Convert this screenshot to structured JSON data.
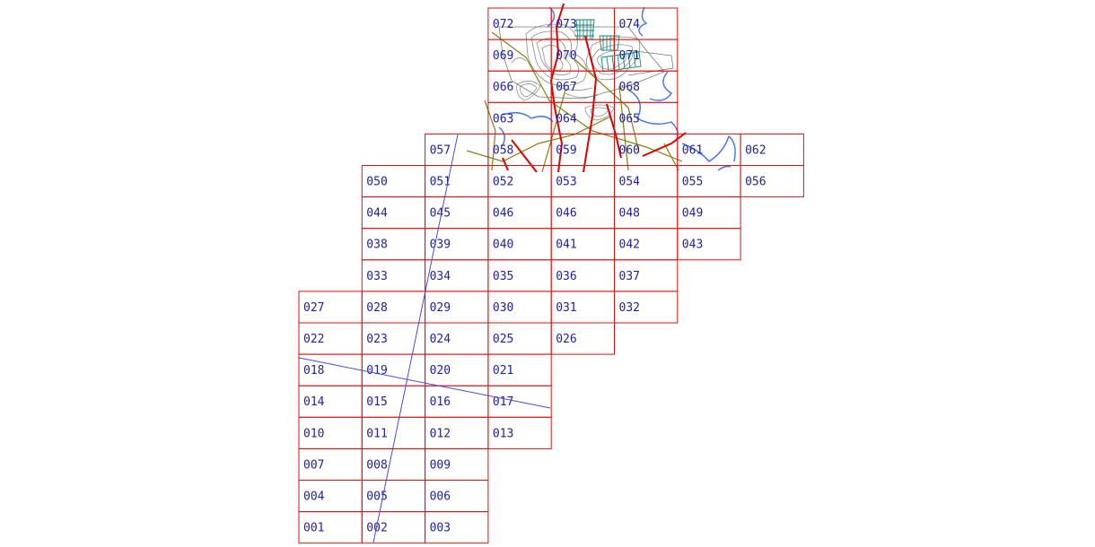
{
  "sheets": [
    {
      "label": "072",
      "col": 3,
      "row": 0
    },
    {
      "label": "073",
      "col": 4,
      "row": 0
    },
    {
      "label": "074",
      "col": 5,
      "row": 0
    },
    {
      "label": "069",
      "col": 3,
      "row": 1
    },
    {
      "label": "070",
      "col": 4,
      "row": 1
    },
    {
      "label": "071",
      "col": 5,
      "row": 1
    },
    {
      "label": "066",
      "col": 3,
      "row": 2
    },
    {
      "label": "067",
      "col": 4,
      "row": 2
    },
    {
      "label": "068",
      "col": 5,
      "row": 2
    },
    {
      "label": "063",
      "col": 3,
      "row": 3
    },
    {
      "label": "064",
      "col": 4,
      "row": 3
    },
    {
      "label": "065",
      "col": 5,
      "row": 3
    },
    {
      "label": "057",
      "col": 2,
      "row": 4
    },
    {
      "label": "058",
      "col": 3,
      "row": 4
    },
    {
      "label": "059",
      "col": 4,
      "row": 4
    },
    {
      "label": "060",
      "col": 5,
      "row": 4
    },
    {
      "label": "061",
      "col": 6,
      "row": 4
    },
    {
      "label": "062",
      "col": 7,
      "row": 4
    },
    {
      "label": "050",
      "col": 1,
      "row": 5
    },
    {
      "label": "051",
      "col": 2,
      "row": 5
    },
    {
      "label": "052",
      "col": 3,
      "row": 5
    },
    {
      "label": "053",
      "col": 4,
      "row": 5
    },
    {
      "label": "054",
      "col": 5,
      "row": 5
    },
    {
      "label": "055",
      "col": 6,
      "row": 5
    },
    {
      "label": "056",
      "col": 7,
      "row": 5
    },
    {
      "label": "044",
      "col": 1,
      "row": 6
    },
    {
      "label": "045",
      "col": 2,
      "row": 6
    },
    {
      "label": "046",
      "col": 3,
      "row": 6
    },
    {
      "label": "046",
      "col": 4,
      "row": 6
    },
    {
      "label": "048",
      "col": 5,
      "row": 6
    },
    {
      "label": "049",
      "col": 6,
      "row": 6
    },
    {
      "label": "038",
      "col": 1,
      "row": 7
    },
    {
      "label": "039",
      "col": 2,
      "row": 7
    },
    {
      "label": "040",
      "col": 3,
      "row": 7
    },
    {
      "label": "041",
      "col": 4,
      "row": 7
    },
    {
      "label": "042",
      "col": 5,
      "row": 7
    },
    {
      "label": "043",
      "col": 6,
      "row": 7
    },
    {
      "label": "033",
      "col": 1,
      "row": 8
    },
    {
      "label": "034",
      "col": 2,
      "row": 8
    },
    {
      "label": "035",
      "col": 3,
      "row": 8
    },
    {
      "label": "036",
      "col": 4,
      "row": 8
    },
    {
      "label": "037",
      "col": 5,
      "row": 8
    },
    {
      "label": "027",
      "col": 0,
      "row": 9
    },
    {
      "label": "028",
      "col": 1,
      "row": 9
    },
    {
      "label": "029",
      "col": 2,
      "row": 9
    },
    {
      "label": "030",
      "col": 3,
      "row": 9
    },
    {
      "label": "031",
      "col": 4,
      "row": 9
    },
    {
      "label": "032",
      "col": 5,
      "row": 9
    },
    {
      "label": "022",
      "col": 0,
      "row": 10
    },
    {
      "label": "023",
      "col": 1,
      "row": 10
    },
    {
      "label": "024",
      "col": 2,
      "row": 10
    },
    {
      "label": "025",
      "col": 3,
      "row": 10
    },
    {
      "label": "026",
      "col": 4,
      "row": 10
    },
    {
      "label": "018",
      "col": 0,
      "row": 11
    },
    {
      "label": "019",
      "col": 1,
      "row": 11
    },
    {
      "label": "020",
      "col": 2,
      "row": 11
    },
    {
      "label": "021",
      "col": 3,
      "row": 11
    },
    {
      "label": "014",
      "col": 0,
      "row": 12
    },
    {
      "label": "015",
      "col": 1,
      "row": 12
    },
    {
      "label": "016",
      "col": 2,
      "row": 12
    },
    {
      "label": "017",
      "col": 3,
      "row": 12
    },
    {
      "label": "010",
      "col": 0,
      "row": 13
    },
    {
      "label": "011",
      "col": 1,
      "row": 13
    },
    {
      "label": "012",
      "col": 2,
      "row": 13
    },
    {
      "label": "013",
      "col": 3,
      "row": 13
    },
    {
      "label": "007",
      "col": 0,
      "row": 14
    },
    {
      "label": "008",
      "col": 1,
      "row": 14
    },
    {
      "label": "009",
      "col": 2,
      "row": 14
    },
    {
      "label": "004",
      "col": 0,
      "row": 15
    },
    {
      "label": "005",
      "col": 1,
      "row": 15
    },
    {
      "label": "006",
      "col": 2,
      "row": 15
    },
    {
      "label": "001",
      "col": 0,
      "row": 16
    },
    {
      "label": "002",
      "col": 1,
      "row": 16
    },
    {
      "label": "003",
      "col": 2,
      "row": 16
    }
  ],
  "colors": {
    "grid": "#e01010",
    "label": "#2020a8",
    "river": "#3d6fff",
    "road": "#e00000",
    "track": "#8a7a10",
    "contour": "#8a8a8a",
    "built_up": "#0a8a7a"
  }
}
